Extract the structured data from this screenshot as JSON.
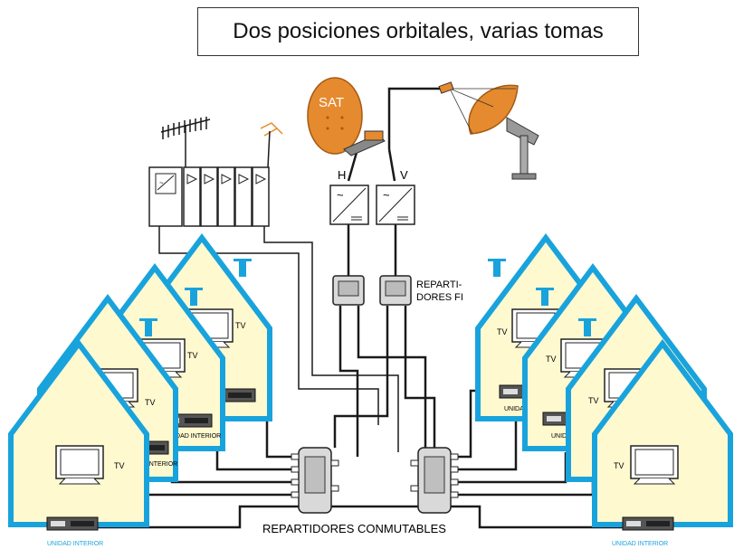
{
  "title": "Dos posiciones orbitales, varias tomas",
  "dish_label": "SAT",
  "polarization": {
    "h": "H",
    "v": "V"
  },
  "splitters_fi_label": [
    "REPARTI-",
    "DORES FI"
  ],
  "switches_label": "REPARTIDORES CONMUTABLES",
  "tv_label": "TV",
  "receiver_label": "UNIDAD INTERIOR",
  "colors": {
    "house_outline": "#19a3dc",
    "house_fill": "#fff9d0",
    "dish": "#e58a2e",
    "line": "#1a1a1a"
  }
}
